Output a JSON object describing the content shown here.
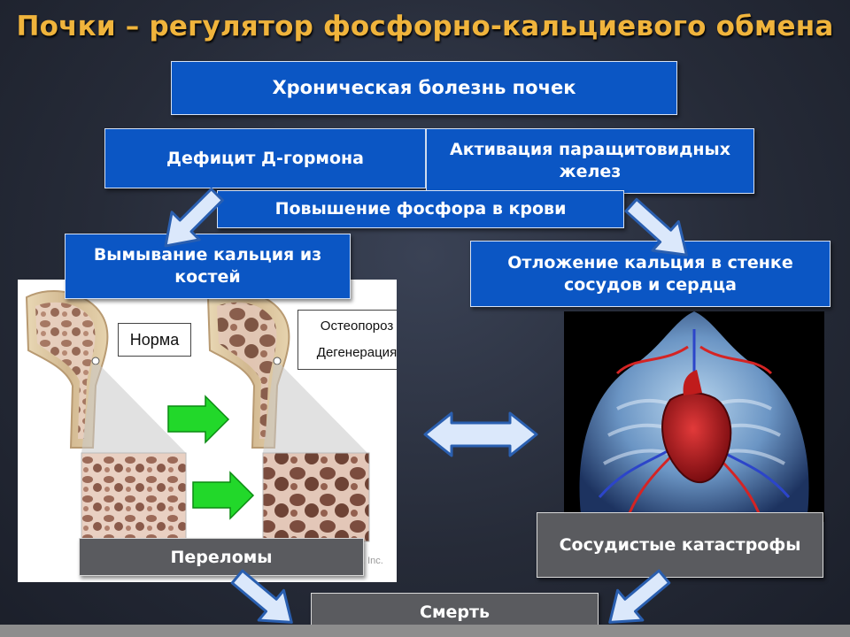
{
  "title": "Почки – регулятор фосфорно-кальциевого обмена",
  "boxes": {
    "ckd": "Хроническая болезнь почек",
    "d_deficit": "Дефицит Д-гормона",
    "parathyroid": "Активация паращитовидных желез",
    "phosphorus": "Повышение фосфора в крови",
    "calcium_leach": "Вымывание кальция из костей",
    "calcium_deposit": "Отложение кальция в стенке сосудов и сердца",
    "fractures": "Переломы",
    "vascular": "Сосудистые катастрофы",
    "death": "Смерть"
  },
  "bone_panel": {
    "label_norm": "Норма",
    "label_osteoporosis": "Остеопороз",
    "label_degeneration": "Дегенерация",
    "copyright": ", Inc."
  },
  "icons": {
    "down_left_arrow": "arrow-down-left-icon",
    "down_right_arrow": "arrow-down-right-icon",
    "double_arrow": "double-arrow-icon",
    "green_arrow": "green-arrow-right-icon"
  },
  "colors": {
    "title": "#f0b43c",
    "box_blue": "#0b56c4",
    "box_gray": "#5a5b5f",
    "arrow_fill": "#dbe8fb",
    "arrow_stroke": "#2a5fb0",
    "green_arrow": "#22d82a"
  }
}
